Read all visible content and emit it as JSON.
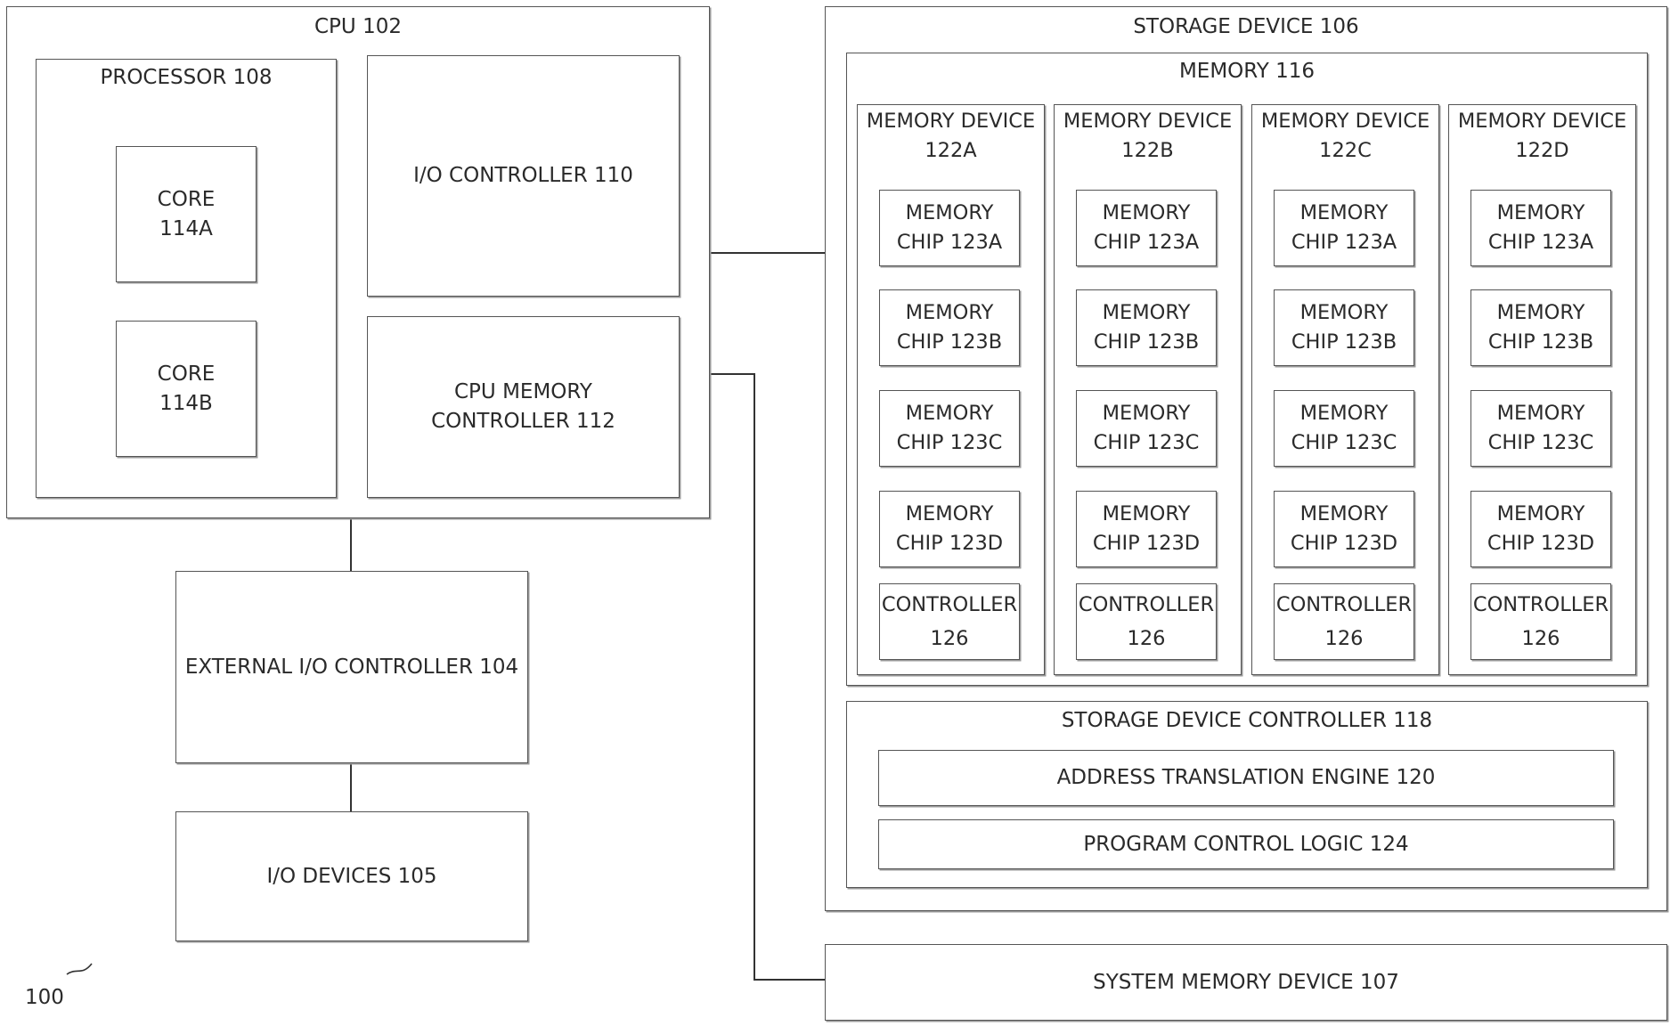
{
  "cpu": {
    "label": "CPU 102",
    "processor": {
      "label": "PROCESSOR 108",
      "cores": [
        "CORE\n114A",
        "CORE\n114B"
      ]
    },
    "io_controller": "I/O CONTROLLER 110",
    "memory_controller": "CPU MEMORY\nCONTROLLER 112"
  },
  "external_io_controller": "EXTERNAL I/O CONTROLLER 104",
  "io_devices": "I/O DEVICES 105",
  "figure_ref": "100",
  "storage": {
    "label": "STORAGE DEVICE 106",
    "memory": {
      "label": "MEMORY 116",
      "devices": [
        {
          "label": "MEMORY DEVICE\n122A",
          "chips": [
            "MEMORY\nCHIP 123A",
            "MEMORY\nCHIP 123B",
            "MEMORY\nCHIP 123C",
            "MEMORY\nCHIP 123D"
          ],
          "controller": "CONTROLLER\n126"
        },
        {
          "label": "MEMORY DEVICE\n122B",
          "chips": [
            "MEMORY\nCHIP 123A",
            "MEMORY\nCHIP 123B",
            "MEMORY\nCHIP 123C",
            "MEMORY\nCHIP 123D"
          ],
          "controller": "CONTROLLER\n126"
        },
        {
          "label": "MEMORY DEVICE\n122C",
          "chips": [
            "MEMORY\nCHIP 123A",
            "MEMORY\nCHIP 123B",
            "MEMORY\nCHIP 123C",
            "MEMORY\nCHIP 123D"
          ],
          "controller": "CONTROLLER\n126"
        },
        {
          "label": "MEMORY DEVICE\n122D",
          "chips": [
            "MEMORY\nCHIP 123A",
            "MEMORY\nCHIP 123B",
            "MEMORY\nCHIP 123C",
            "MEMORY\nCHIP 123D"
          ],
          "controller": "CONTROLLER\n126"
        }
      ]
    },
    "controller": {
      "label": "STORAGE DEVICE CONTROLLER 118",
      "address_translation": "ADDRESS TRANSLATION ENGINE 120",
      "program_control": "PROGRAM CONTROL LOGIC 124"
    }
  },
  "system_memory": "SYSTEM MEMORY DEVICE 107"
}
